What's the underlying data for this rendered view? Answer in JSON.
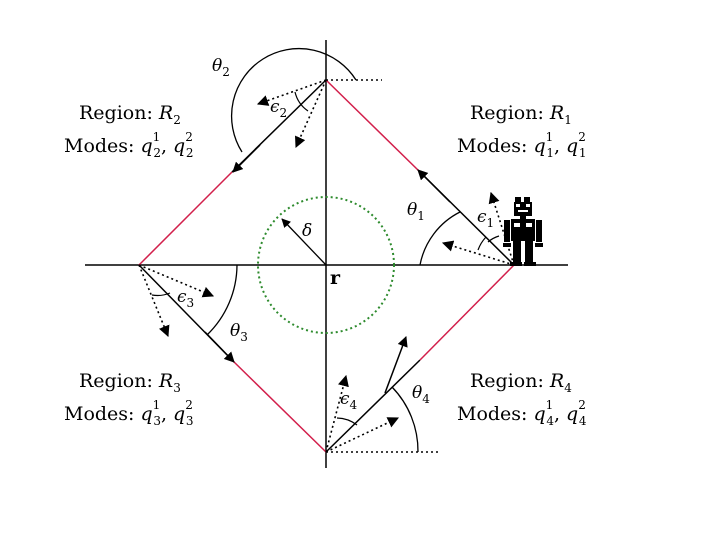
{
  "colors": {
    "axis": "#000000",
    "path": "#d21f4b",
    "circle": "#2e8b2e",
    "trajectory": "#000000"
  },
  "center_label": "r",
  "radius_label": "δ",
  "regions": [
    {
      "id": "R1",
      "region_text": "Region: ",
      "region_sym": "R",
      "region_sub": "1",
      "modes_text": "Modes: ",
      "q_sym": "q",
      "q_sub": "1",
      "sup_a": "1",
      "sup_b": "2"
    },
    {
      "id": "R2",
      "region_text": "Region: ",
      "region_sym": "R",
      "region_sub": "2",
      "modes_text": "Modes: ",
      "q_sym": "q",
      "q_sub": "2",
      "sup_a": "1",
      "sup_b": "2"
    },
    {
      "id": "R3",
      "region_text": "Region: ",
      "region_sym": "R",
      "region_sub": "3",
      "modes_text": "Modes: ",
      "q_sym": "q",
      "q_sub": "3",
      "sup_a": "1",
      "sup_b": "2"
    },
    {
      "id": "R4",
      "region_text": "Region: ",
      "region_sym": "R",
      "region_sub": "4",
      "modes_text": "Modes: ",
      "q_sym": "q",
      "q_sub": "4",
      "sup_a": "1",
      "sup_b": "2"
    }
  ],
  "angles": {
    "theta": "θ",
    "epsilon": "ϵ",
    "subs": [
      "1",
      "2",
      "3",
      "4"
    ]
  },
  "robot_icon": "robot-icon"
}
